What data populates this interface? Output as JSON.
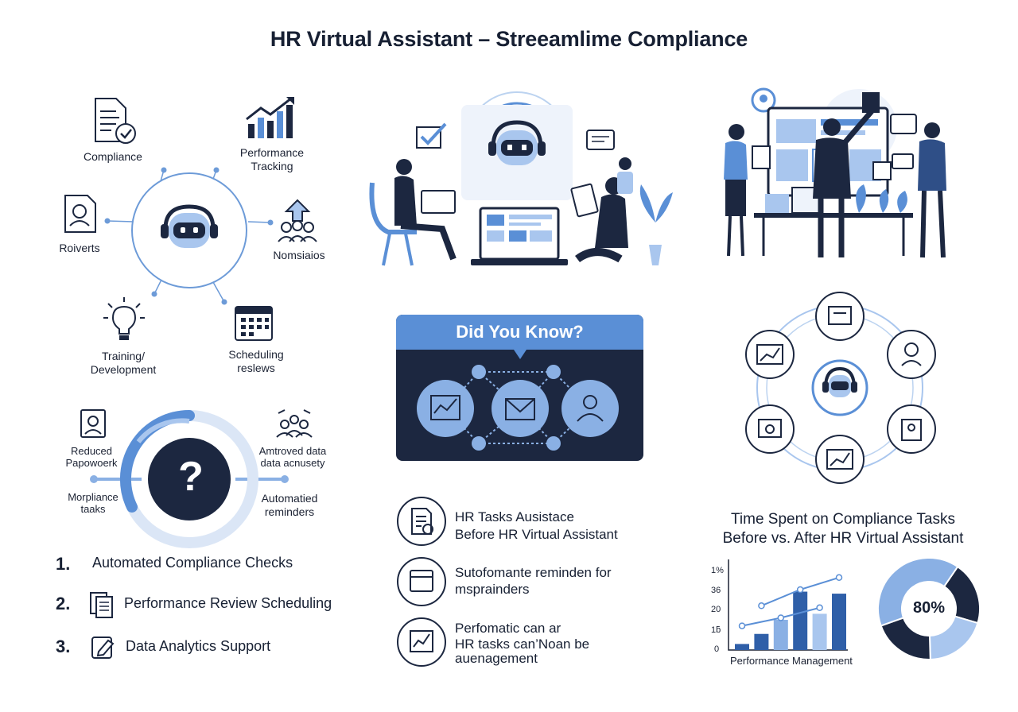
{
  "header": {
    "title": "HR Virtual Assistant – Streeamlime Compliance"
  },
  "feature_hub": {
    "compliance": "Compliance",
    "performance_tracking_1": "Performance",
    "performance_tracking_2": "Tracking",
    "roiverts": "Roiverts",
    "nomsiaios": "Nomsiaios",
    "training_1": "Training/",
    "training_2": "Development",
    "scheduling_1": "Scheduling",
    "scheduling_2": "reslews"
  },
  "benefits_ring": {
    "center_symbol": "?",
    "reduced_1": "Reduced",
    "reduced_2": "Papowoerk",
    "amtroved_1": "Amtroved data",
    "amtroved_2": "data acnusety",
    "morpliance_1": "Morpliance",
    "morpliance_2": "taaks",
    "automated_1": "Automatied",
    "automated_2": "reminders"
  },
  "numbered_list": [
    {
      "num": "1.",
      "text": "Automated Compliance Checks"
    },
    {
      "num": "2.",
      "text": "Performance Review Scheduling"
    },
    {
      "num": "3.",
      "text": "Data Analytics Support"
    }
  ],
  "did_you_know": {
    "title": "Did You Know?"
  },
  "task_list": [
    {
      "line1": "HR Tasks Ausistace",
      "line2": "Before HR Virtual Assistant"
    },
    {
      "line1": "Sutofomante reminden for",
      "line2": "msprainders"
    },
    {
      "line1": "Perfomatic can ar",
      "line2": "HR tasks can’Noan be",
      "line3": "auenagement"
    }
  ],
  "chart_data": {
    "type": "bar",
    "title_line1": "Time Spent on Compliance Tasks",
    "title_line2": "Before vs. After HR Virtual Assistant",
    "xlabel": "Performance Management",
    "y_ticks": [
      "1%",
      "36",
      "20",
      "1ƃ",
      "0"
    ],
    "ylim": [
      0,
      45
    ],
    "values": [
      3,
      8,
      15,
      29,
      18,
      28
    ],
    "line_series": [
      {
        "values": [
          12,
          16,
          21
        ]
      },
      {
        "values": [
          22,
          30,
          36
        ]
      }
    ],
    "donut": {
      "label": "80%",
      "segments": [
        20,
        20,
        20,
        40
      ]
    }
  },
  "colors": {
    "navy": "#1c2740",
    "accent": "#5a8fd6",
    "light_blue": "#a9c6ee",
    "text": "#172033"
  }
}
